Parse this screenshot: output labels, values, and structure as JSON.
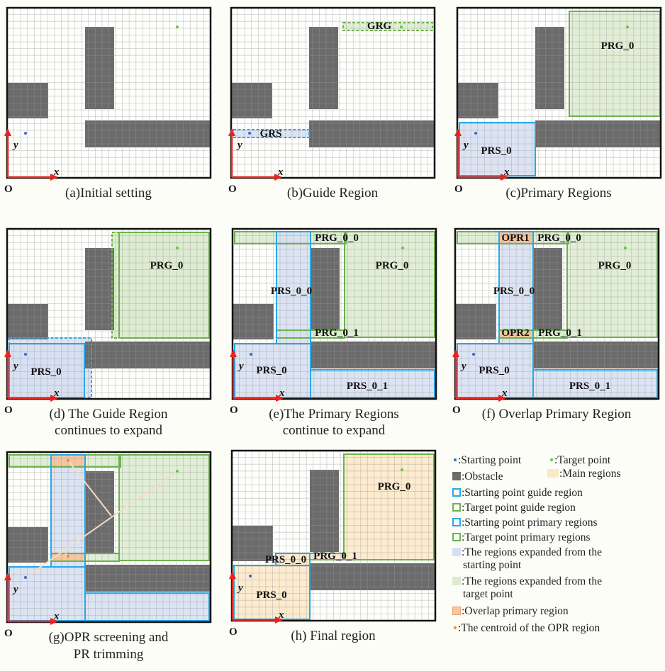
{
  "axis": {
    "x": "x",
    "y": "y",
    "origin": "O"
  },
  "colors": {
    "obstacle": "#6b6b6b",
    "start_blue": "#2aa7e6",
    "start_fill": "#d6dff1",
    "target_green": "#6cb34c",
    "target_fill": "#dcebcf",
    "overlap": "#f6c6a0",
    "main": "#fbe8c6",
    "start_point": "#3a66d0",
    "target_point": "#6cc04a",
    "centroid": "#f08a3a",
    "axis_red": "#e8241c"
  },
  "panels": [
    {
      "id": "a",
      "caption": [
        "(a)Initial setting"
      ],
      "labels": []
    },
    {
      "id": "b",
      "caption": [
        "(b)Guide Region"
      ],
      "labels": [
        "GRG",
        "GRS"
      ]
    },
    {
      "id": "c",
      "caption": [
        "(c)Primary Regions"
      ],
      "labels": [
        "PRG_0",
        "PRS_0"
      ]
    },
    {
      "id": "d",
      "caption": [
        "(d) The Guide Region",
        "continues to expand"
      ],
      "labels": [
        "PRG_0",
        "PRS_0"
      ]
    },
    {
      "id": "e",
      "caption": [
        "(e)The Primary Regions",
        "continue to expand"
      ],
      "labels": [
        "PRG_0_0",
        "PRG_0",
        "PRS_0_0",
        "PRG_0_1",
        "PRS_0",
        "PRS_0_1"
      ]
    },
    {
      "id": "f",
      "caption": [
        "(f) Overlap Primary Region"
      ],
      "labels": [
        "OPR1",
        "PRG_0_0",
        "PRG_0",
        "PRS_0_0",
        "OPR2",
        "PRG_0_1",
        "PRS_0",
        "PRS_0_1"
      ]
    },
    {
      "id": "g",
      "caption": [
        "(g)OPR screening and",
        "PR trimming"
      ],
      "labels": []
    },
    {
      "id": "h",
      "caption": [
        "(h) Final region"
      ],
      "labels": [
        "PRG_0",
        "PRS_0_0",
        "PRG_0_1",
        "PRS_0"
      ]
    }
  ],
  "legend": {
    "starting_point": ":Starting point",
    "target_point": ":Target point",
    "obstacle": ":Obstacle",
    "main_regions": ":Main regions",
    "start_guide": ":Starting point guide region",
    "target_guide": ":Target point guide region",
    "start_primary": ":Starting point primary regions",
    "target_primary": ":Target point primary regions",
    "start_expanded": [
      ":The regions expanded from the",
      "starting point"
    ],
    "target_expanded": [
      ":The regions expanded from the",
      "target point"
    ],
    "overlap": ":Overlap primary region",
    "centroid": ":The centroid of the OPR region"
  }
}
